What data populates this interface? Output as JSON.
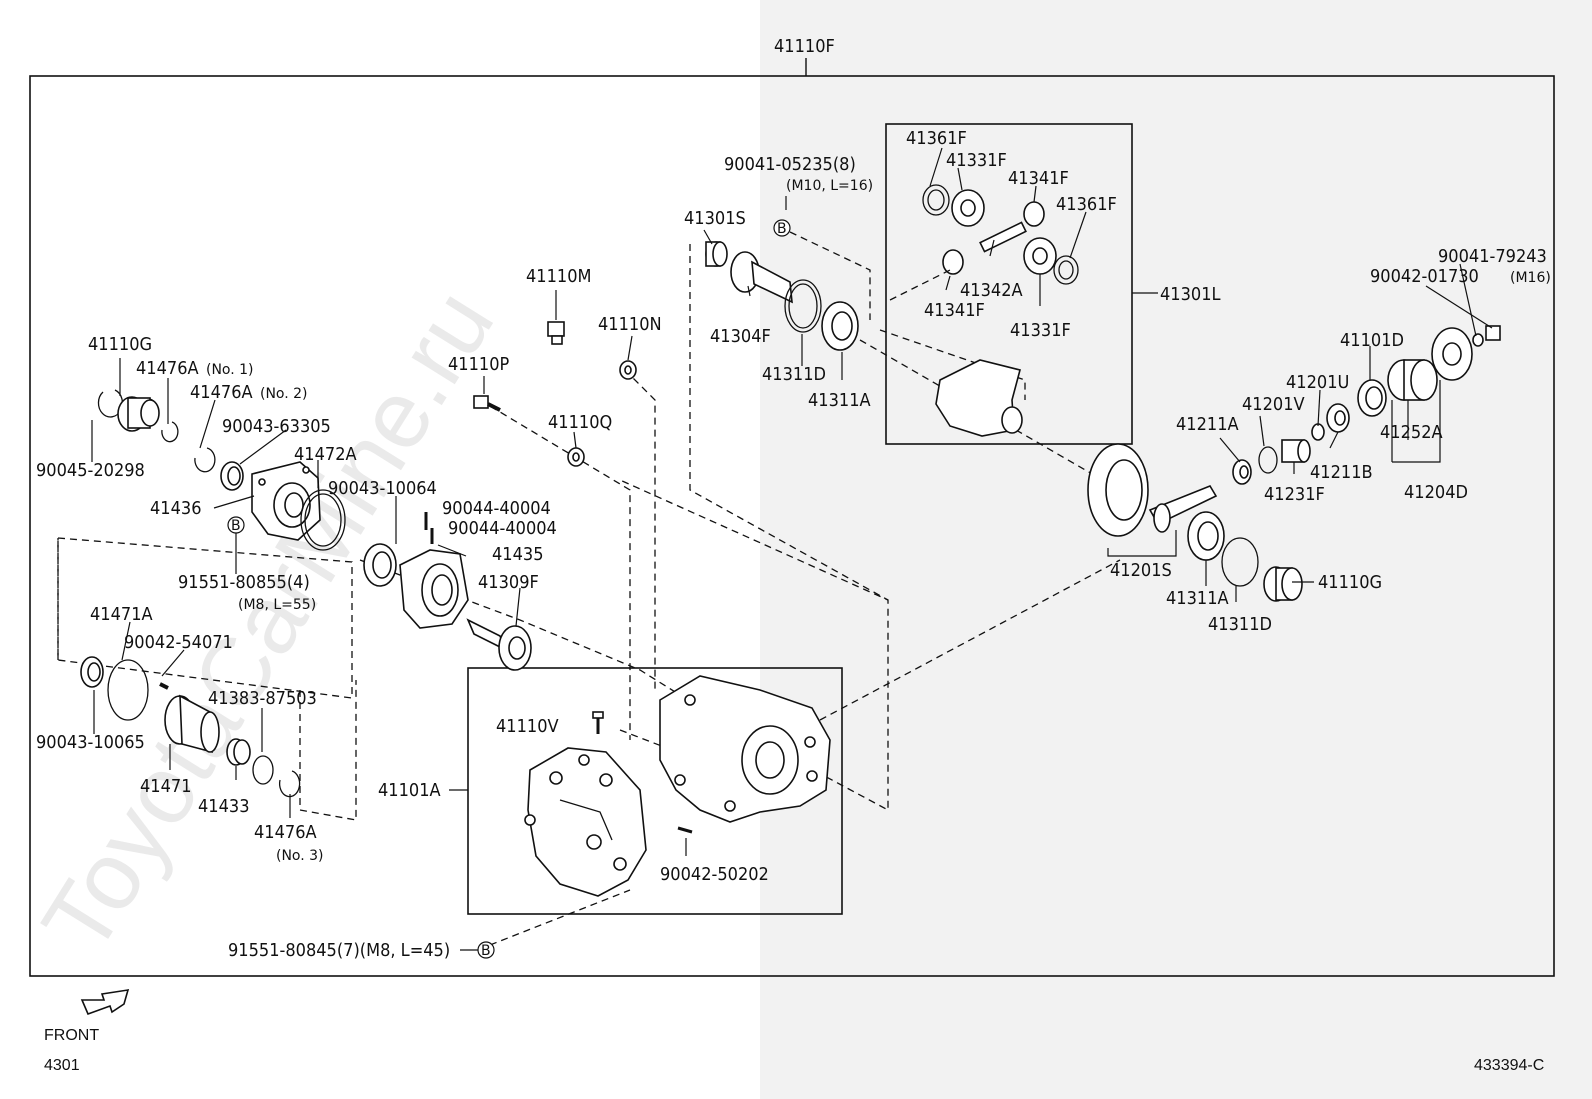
{
  "diagram": {
    "assembly_label": "41110F",
    "front_label": "FRONT",
    "page_ref": "4301",
    "diagram_id": "433394-C",
    "watermark": "ToyotaCarMine.ru",
    "callouts": {
      "p41110G_left": "41110G",
      "p41476A_no1": "41476A",
      "p41476A_no1_sub": "(No. 1)",
      "p41476A_no2": "41476A",
      "p41476A_no2_sub": "(No. 2)",
      "p90043_63305": "90043-63305",
      "p90045_20298": "90045-20298",
      "p41472A": "41472A",
      "p41436": "41436",
      "b_left": "B",
      "p91551_80855": "91551-80855(4)",
      "p91551_80855_sub": "(M8, L=55)",
      "p41471A": "41471A",
      "p90042_54071": "90042-54071",
      "p41383_87503": "41383-87503",
      "p90043_10065": "90043-10065",
      "p41471": "41471",
      "p41433": "41433",
      "p41476A_no3": "41476A",
      "p41476A_no3_sub": "(No. 3)",
      "p90043_10064": "90043-10064",
      "p90044_40004a": "90044-40004",
      "p90044_40004b": "90044-40004",
      "p41435": "41435",
      "p41309F": "41309F",
      "p41110P": "41110P",
      "p41110M": "41110M",
      "p41110N": "41110N",
      "p41110Q": "41110Q",
      "p41110V": "41110V",
      "p41101A": "41101A",
      "p90042_50202": "90042-50202",
      "p91551_80845": "91551-80845(7)(M8, L=45)",
      "b_bottom": "B",
      "p41301S": "41301S",
      "p90041_05235": "90041-05235(8)",
      "p90041_05235_sub": "(M10, L=16)",
      "b_top": "B",
      "p41304F": "41304F",
      "p41311D_top": "41311D",
      "p41311A_top": "41311A",
      "p41361F_a": "41361F",
      "p41331F_a": "41331F",
      "p41341F_a": "41341F",
      "p41361F_b": "41361F",
      "p41342A": "41342A",
      "p41341F_b": "41341F",
      "p41331F_b": "41331F",
      "p41301L": "41301L",
      "p90041_79243": "90041-79243",
      "p90042_01730": "90042-01730",
      "p_m16": "(M16)",
      "p41101D": "41101D",
      "p41201U": "41201U",
      "p41201V": "41201V",
      "p41211A": "41211A",
      "p41252A": "41252A",
      "p41211B": "41211B",
      "p41231F": "41231F",
      "p41204D": "41204D",
      "p41201S": "41201S",
      "p41311A_bot": "41311A",
      "p41110G_right": "41110G",
      "p41311D_bot": "41311D"
    }
  }
}
